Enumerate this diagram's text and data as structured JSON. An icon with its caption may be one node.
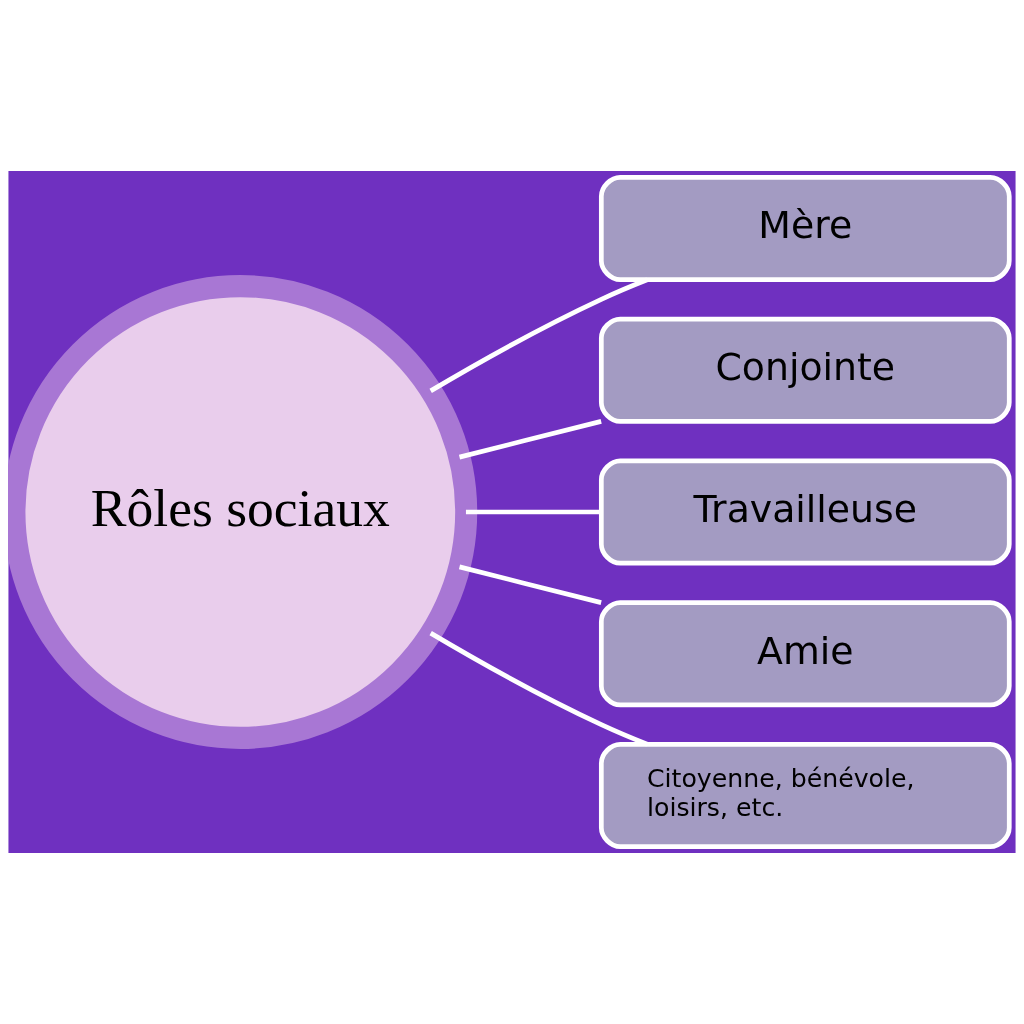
{
  "diagram": {
    "nodes": [
      {
        "text": [
          "Rôles sociaux"
        ]
      },
      {
        "text": [
          "Mère"
        ]
      },
      {
        "text": [
          "Conjointe"
        ]
      },
      {
        "text": [
          "Travailleuse"
        ]
      },
      {
        "text": [
          "Amie"
        ]
      },
      {
        "text": [
          "Citoyenne, bénévole,  loisirs, etc."
        ]
      }
    ],
    "edges": [
      {
        "from": 0,
        "to": 1,
        "arrow": "none"
      },
      {
        "from": 0,
        "to": 2,
        "arrow": "none"
      },
      {
        "from": 0,
        "to": 3,
        "arrow": "none"
      },
      {
        "from": 0,
        "to": 4,
        "arrow": "none"
      },
      {
        "from": 0,
        "to": 5,
        "arrow": "none"
      }
    ]
  }
}
